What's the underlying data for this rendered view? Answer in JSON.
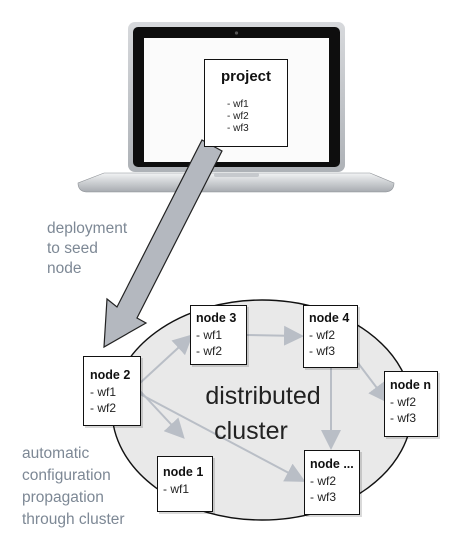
{
  "project": {
    "title": "project",
    "items": [
      "wf1",
      "wf2",
      "wf3"
    ]
  },
  "deployment_label": "deployment\nto seed\nnode",
  "cluster_label_line1": "distributed",
  "cluster_label_line2": "cluster",
  "propagation_label": "automatic\nconfiguration\npropagation\nthrough cluster",
  "nodes": {
    "node2": {
      "title": "node 2",
      "items": [
        "wf1",
        "wf2"
      ]
    },
    "node3": {
      "title": "node 3",
      "items": [
        "wf1",
        "wf2"
      ]
    },
    "node4": {
      "title": "node 4",
      "items": [
        "wf2",
        "wf3"
      ]
    },
    "noden": {
      "title": "node n",
      "items": [
        "wf2",
        "wf3"
      ]
    },
    "node1": {
      "title": "node 1",
      "items": [
        "wf1"
      ]
    },
    "nodedots": {
      "title": "node ...",
      "items": [
        "wf2",
        "wf3"
      ]
    }
  },
  "colors": {
    "ellipse_fill": "#e9e9e9",
    "arrow_grey": "#b9bec6",
    "label_grey": "#7d8895"
  }
}
